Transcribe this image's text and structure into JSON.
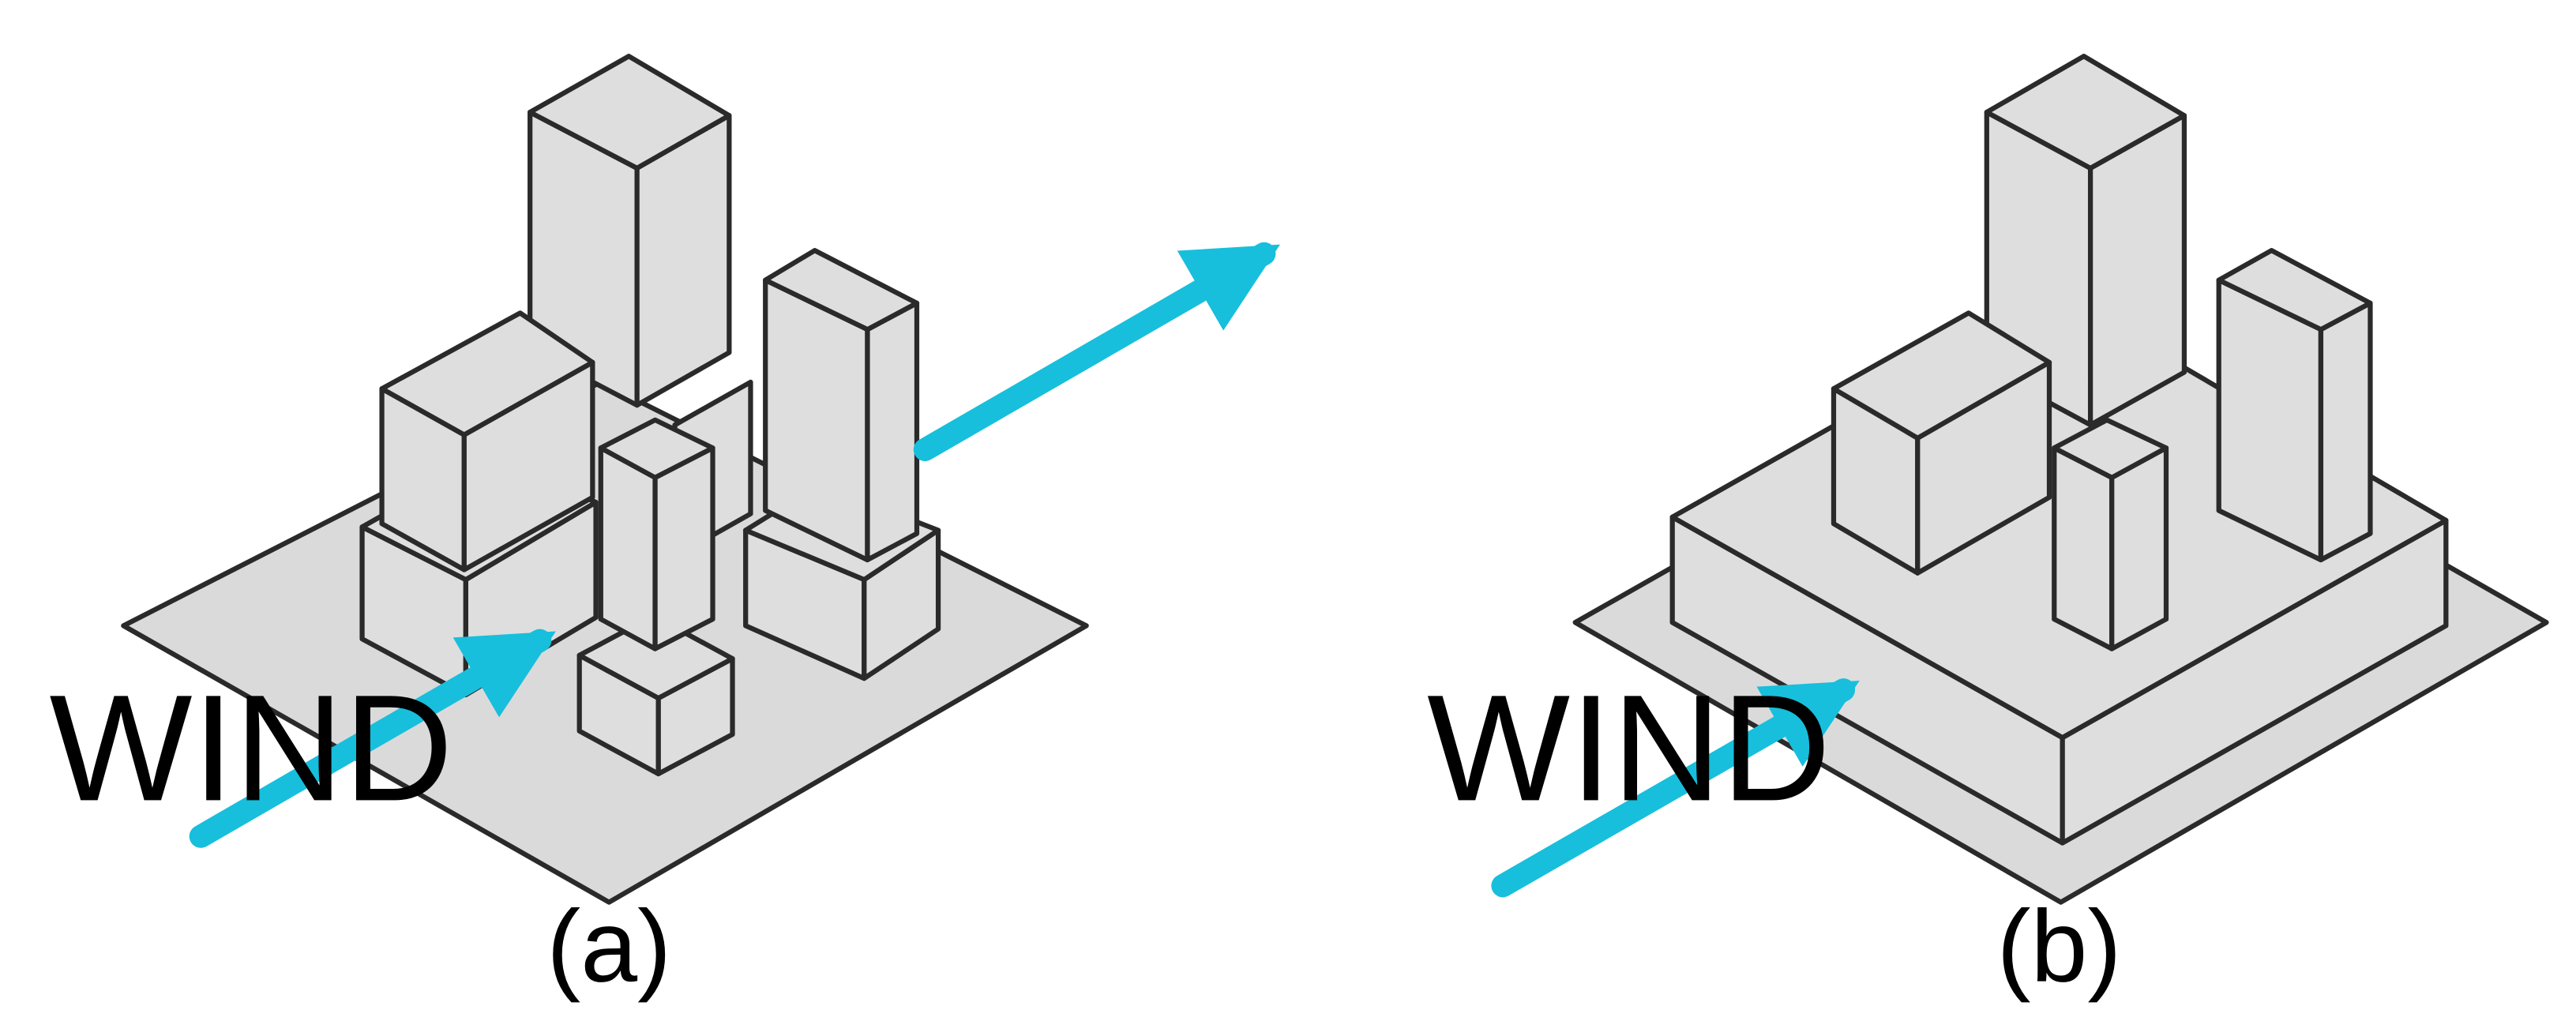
{
  "figure": {
    "panels": [
      {
        "id": "a",
        "wind_label": "WIND",
        "caption": "(a)"
      },
      {
        "id": "b",
        "wind_label": "WIND",
        "caption": "(b)"
      }
    ],
    "colors": {
      "wind_arrow": "#17bfdc",
      "building_fill": "#dedede",
      "ground_fill": "#dadada",
      "outline": "#2a2a2a"
    }
  }
}
